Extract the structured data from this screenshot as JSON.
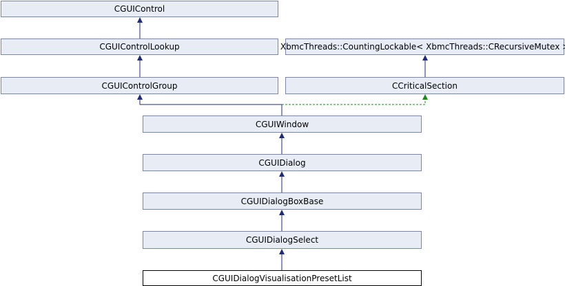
{
  "diagram": {
    "nodes": {
      "cguicontrol": "CGUIControl",
      "cguicontrollookup": "CGUIControlLookup",
      "counting_lockable": "XbmcThreads::CountingLockable< XbmcThreads::CRecursiveMutex >",
      "cguicontrolgroup": "CGUIControlGroup",
      "ccriticalsection": "CCriticalSection",
      "cguiwindow": "CGUIWindow",
      "cguidialog": "CGUIDialog",
      "cguidialogboxbase": "CGUIDialogBoxBase",
      "cguidialogselect": "CGUIDialogSelect",
      "cguidialogvisualisationpresetlist": "CGUIDialogVisualisationPresetList"
    },
    "colors": {
      "node_fill": "#e8ecf5",
      "node_border": "#7a86a6",
      "public_edge": "#1f2a7a",
      "protected_edge": "#1a8a1a",
      "current_node_border": "#000000"
    },
    "edge_types": {
      "public": "solid",
      "protected": "dashed"
    }
  }
}
